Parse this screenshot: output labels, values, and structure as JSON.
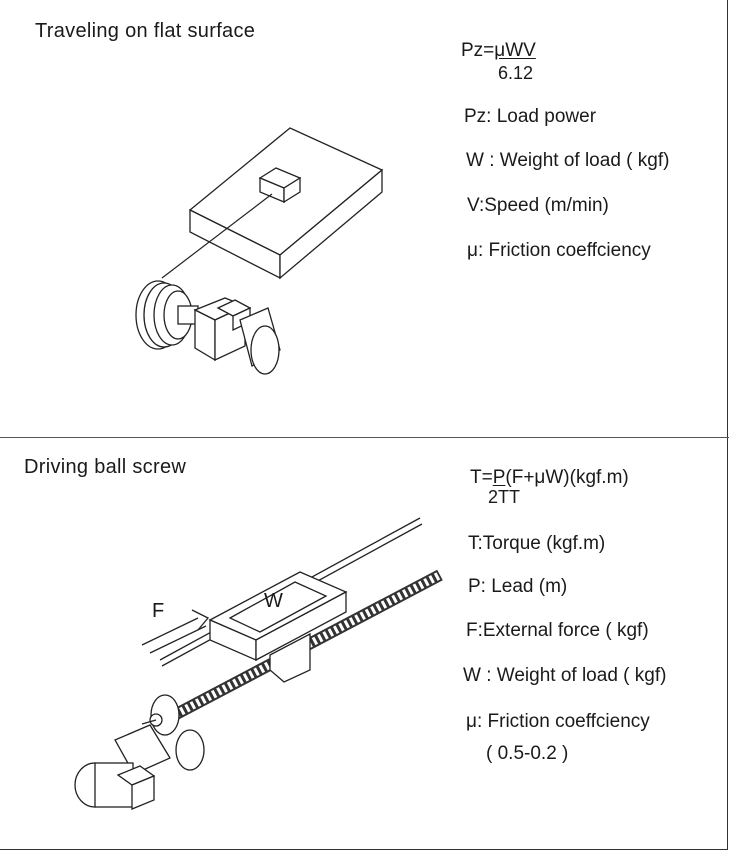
{
  "sections": [
    {
      "title": "Traveling on flat surface",
      "formula": {
        "lhs": "Pz=",
        "numerator": "μWV",
        "denominator": "6.12"
      },
      "definitions": [
        "Pz: Load power",
        "W : Weight of load ( kgf)",
        "V:Speed (m/min)",
        "μ: Friction coeffciency"
      ]
    },
    {
      "title": "Driving ball screw",
      "formula": {
        "lhs": "T=",
        "numerator": "P",
        "denominator": "2TT",
        "rhs": "(F+μW)(kgf.m)"
      },
      "definitions": [
        "T:Torque (kgf.m)",
        "P: Lead (m)",
        "F:External force ( kgf)",
        "W : Weight of load ( kgf)",
        "μ: Friction coeffciency",
        "( 0.5-0.2 )"
      ],
      "labels": {
        "force": "F",
        "weight": "W"
      }
    }
  ]
}
